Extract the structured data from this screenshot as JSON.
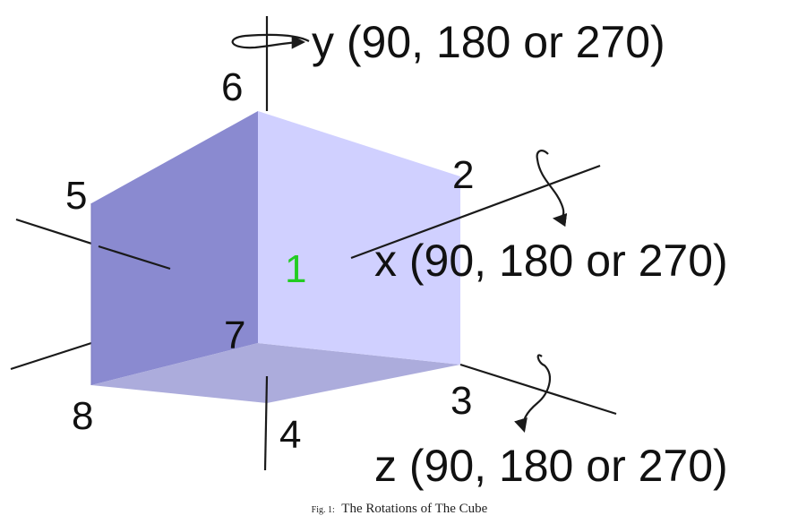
{
  "axes": {
    "x_label": "x (90, 180 or 270)",
    "y_label": "y (90, 180 or 270)",
    "z_label": "z (90, 180 or 270)"
  },
  "vertices": {
    "v2": "2",
    "v3": "3",
    "v4": "4",
    "v5": "5",
    "v6": "6",
    "v7": "7",
    "v8": "8"
  },
  "face": {
    "label": "1",
    "label_color": "#22cc22"
  },
  "caption": {
    "prefix": "Fig. 1:",
    "text": "The Rotations of The Cube"
  },
  "colors": {
    "front_face": "#d0d0ff",
    "left_face": "#8a8ad0",
    "bottom_face": "#acacdc",
    "axis": "#1a1a1a"
  }
}
